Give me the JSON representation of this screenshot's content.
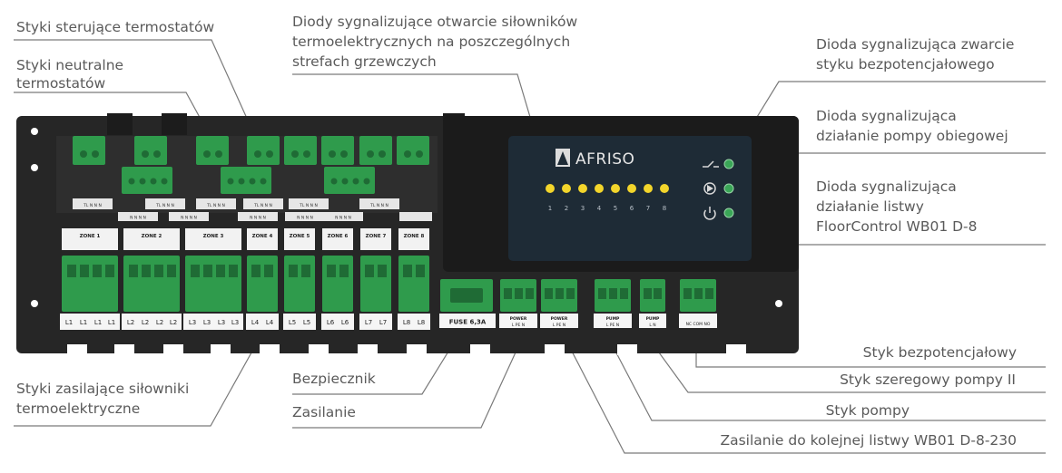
{
  "callouts": {
    "styki_sterujace": "Styki sterujące termostatów",
    "styki_neutralne": "Styki neutralne\ntermostatów",
    "diody_silownikow": "Diody sygnalizujące otwarcie siłowników\ntermoelektrycznych na poszczególnych\nstrefach grzewczych",
    "dioda_zwarcie": "Dioda sygnalizująca zwarcie\nstyku bezpotencjałowego",
    "dioda_pompy": "Dioda sygnalizująca\ndziałanie pompy obiegowej",
    "dioda_listwy": "Dioda sygnalizująca\ndziałanie listwy\nFloorControl WB01 D-8",
    "styk_bezpot": "Styk bezpotencjałowy",
    "styk_szeregowy": "Styk szeregowy pompy II",
    "styk_pompy": "Styk pompy",
    "zasilanie_kolejnej": "Zasilanie do kolejnej listwy WB01 D-8-230",
    "styki_zasilajace": "Styki zasilające siłowniki\ntermoelektryczne",
    "bezpiecznik": "Bezpiecznik",
    "zasilanie": "Zasilanie"
  },
  "device": {
    "brand": "AFRISO",
    "led_numbers": [
      "1",
      "2",
      "3",
      "4",
      "5",
      "6",
      "7",
      "8"
    ],
    "zones": [
      "ZONE 1",
      "ZONE 2",
      "ZONE 3",
      "ZONE 4",
      "ZONE 5",
      "ZONE 6",
      "ZONE 7",
      "ZONE 8"
    ],
    "terminals": [
      [
        "L1",
        "L1",
        "L1",
        "L1"
      ],
      [
        "L2",
        "L2",
        "L2",
        "L2"
      ],
      [
        "L3",
        "L3",
        "L3",
        "L3"
      ],
      [
        "L4",
        "L4"
      ],
      [
        "L5",
        "L5"
      ],
      [
        "L6",
        "L6"
      ],
      [
        "L7",
        "L7"
      ],
      [
        "L8",
        "L8"
      ]
    ],
    "fuse": "FUSE 6,3A",
    "power_label": "POWER",
    "power_pins": "L  PE  N",
    "pump_label": "PUMP",
    "pump_pins": "L  PE  N",
    "pump2_pins": "L  N",
    "contact_pins": "NC COM NO",
    "thermostat_sub": "TL  N  N  N",
    "neutral_sub": "N  N  N  N"
  },
  "colors": {
    "label_text": "#5a5a5a",
    "leader_line": "#7a7a7a",
    "housing": "#262626",
    "terminal_green": "#2f9b4c",
    "led_yellow": "#f3d52b",
    "led_green": "#3aa657"
  }
}
